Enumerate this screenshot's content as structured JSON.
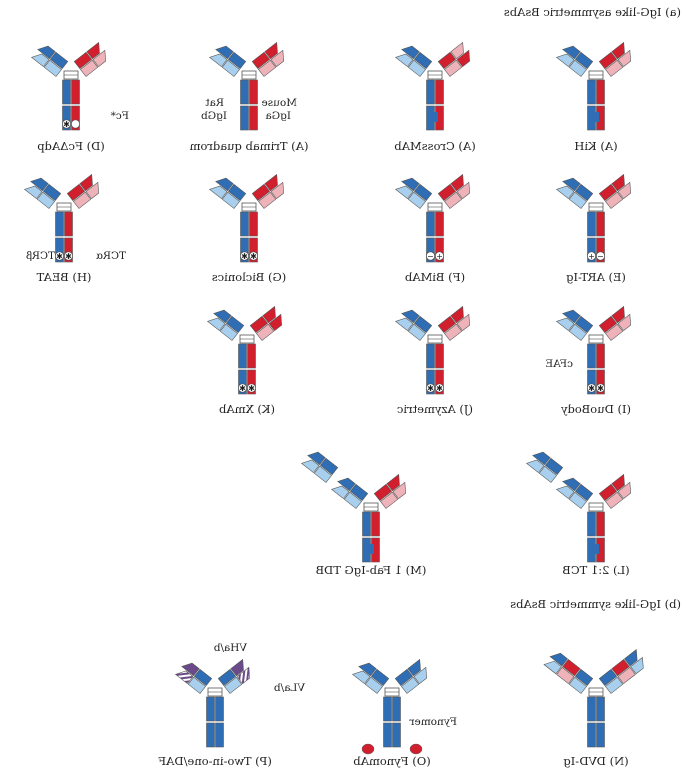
{
  "sections": {
    "asymmetric": "(a) IgG-like asymmetric BsAbs",
    "symmetric": "(b) IgG-like symmetric BsAbs"
  },
  "colors": {
    "red": "#d21f2e",
    "pink": "#eeb2b9",
    "blue": "#2f6eb4",
    "lightblue": "#a8d0ee",
    "purple": "#6a4a8a"
  },
  "formats": [
    {
      "id": "kih",
      "caption": "(A) KiH"
    },
    {
      "id": "crossmab",
      "caption": "(A) CrossMAb"
    },
    {
      "id": "trimab",
      "caption": "(A) Trimab quadrom",
      "annotation": [
        "Mouse",
        "IgGa",
        "Rat",
        "IgGb"
      ]
    },
    {
      "id": "fcdeltaadp",
      "caption": "(D) FcΔAdp",
      "annotation": [
        "Fc*"
      ]
    },
    {
      "id": "artig",
      "caption": "(E) ART-Ig"
    },
    {
      "id": "bimab",
      "caption": "(F) BiMAb"
    },
    {
      "id": "biclonics",
      "caption": "(G) Biclonics"
    },
    {
      "id": "beat",
      "caption": "(H) BEAT",
      "annotation": [
        "TCRα",
        "TCRβ"
      ]
    },
    {
      "id": "duobody",
      "caption": "(I) DuoBody",
      "annotation": [
        "cFAE"
      ]
    },
    {
      "id": "azymetric",
      "caption": "(J) Azymetric"
    },
    {
      "id": "xmab",
      "caption": "(K) XmAb"
    },
    {
      "id": "tcb",
      "caption": "(L) 2:1 TCB"
    },
    {
      "id": "fabigg",
      "caption": "(M) 1 Fab-IgG TDB"
    },
    {
      "id": "dvdig",
      "caption": "(N) DVD-Ig"
    },
    {
      "id": "fynomab",
      "caption": "(O) FynomAb",
      "annotation": [
        "Fynomer"
      ]
    },
    {
      "id": "twoinone",
      "caption": "(P) Two-in-one/DAF",
      "annotation": [
        "VHa/b",
        "VLa/b"
      ]
    }
  ]
}
